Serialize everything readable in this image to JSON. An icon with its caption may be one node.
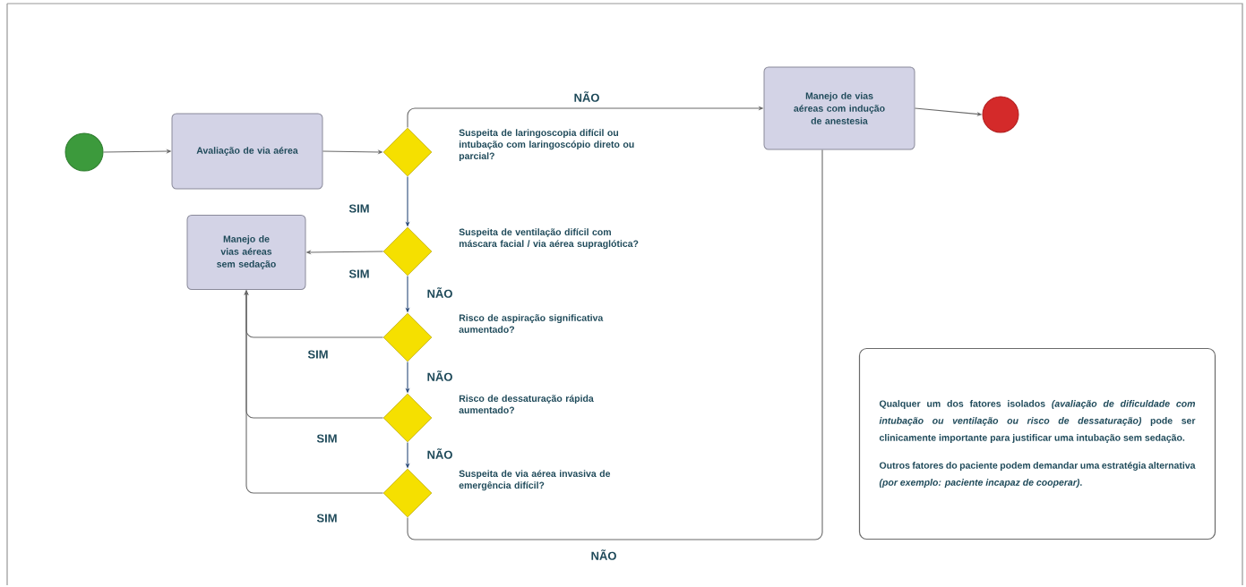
{
  "diagram": {
    "nodes": [
      {
        "text": [],
        "shape": "circle"
      },
      {
        "text": [
          "Avaliação de via aérea"
        ]
      },
      {
        "text": [],
        "shape": "diamond",
        "beside": [
          "Suspeita de laringoscopia difícil ou intubação com laringoscópio direto ou parcial?"
        ]
      },
      {
        "text": [
          "Manejo de vias aéreas sem sedação"
        ]
      },
      {
        "text": [],
        "shape": "diamond",
        "beside": [
          "Suspeita de ventilação difícil com máscara facial / via aérea supraglótica?"
        ]
      },
      {
        "text": [],
        "shape": "diamond",
        "beside": [
          "Risco de aspiração significativa aumentado?"
        ]
      },
      {
        "text": [],
        "shape": "diamond",
        "beside": [
          "Risco de dessaturação rápida aumentado?"
        ]
      },
      {
        "text": [],
        "shape": "diamond",
        "beside": [
          "Suspeita de via aérea invasiva de emergência difícil?"
        ]
      },
      {
        "text": [
          "Manejo de vias aéreas com indução de anestesia"
        ]
      },
      {
        "text": [],
        "shape": "circle"
      },
      {
        "text": [
          "Qualquer um dos fatores isolados *(avaliação de dificuldade com intubação ou ventilação ou risco de dessaturação)* pode ser clinicamente importante para justificar uma intubação sem sedação.",
          "Outros fatores do paciente podem demandar uma estratégia alternativa *(por exemplo: paciente incapaz de cooperar)*."
        ]
      }
    ],
    "edges": [
      {
        "from": 0,
        "to": 1,
        "arrow": "to"
      },
      {
        "from": 1,
        "to": 2,
        "arrow": "to"
      },
      {
        "from": 2,
        "to": 8,
        "arrow": "to",
        "label": "NÃO"
      },
      {
        "from": 2,
        "to": 4,
        "arrow": "to",
        "label": "SIM",
        "color": "#2a4a7a"
      },
      {
        "from": 4,
        "to": 3,
        "arrow": "to",
        "label": "SIM"
      },
      {
        "from": 4,
        "to": 5,
        "arrow": "to",
        "label": "NÃO",
        "color": "#2a4a7a"
      },
      {
        "from": 5,
        "to": 3,
        "arrow": "to",
        "label": "SIM"
      },
      {
        "from": 5,
        "to": 6,
        "arrow": "to",
        "label": "NÃO",
        "color": "#2a4a7a"
      },
      {
        "from": 6,
        "to": 3,
        "arrow": "to",
        "label": "SIM"
      },
      {
        "from": 6,
        "to": 7,
        "arrow": "to",
        "label": "NÃO",
        "color": "#2a4a7a"
      },
      {
        "from": 7,
        "to": 3,
        "arrow": "to",
        "label": "SIM"
      },
      {
        "from": 7,
        "to": 8,
        "arrow": "none",
        "label": "NÃO"
      },
      {
        "from": 8,
        "to": 9,
        "arrow": "to"
      }
    ]
  }
}
